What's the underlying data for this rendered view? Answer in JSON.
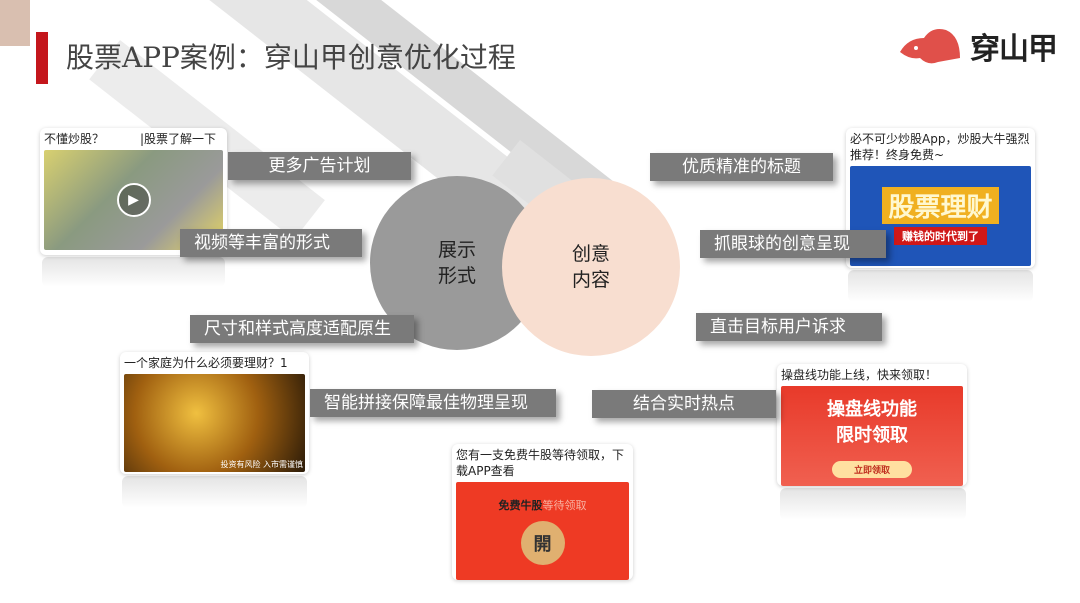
{
  "header": {
    "title": "股票APP案例：穿山甲创意优化过程",
    "logo_text": "穿山甲",
    "accent": "#c4161c"
  },
  "circles": {
    "left": {
      "line1": "展示",
      "line2": "形式",
      "color": "#999999"
    },
    "right": {
      "line1": "创意",
      "line2": "内容",
      "color": "#f8ded0"
    }
  },
  "left_labels": [
    "更多广告计划",
    "视频等丰富的形式",
    "尺寸和样式高度适配原生",
    "智能拼接保障最佳物理呈现"
  ],
  "right_labels": [
    "优质精准的标题",
    "抓眼球的创意呈现",
    "直击目标用户诉求",
    "结合实时热点"
  ],
  "cards": {
    "video": {
      "caption": "不懂炒股？　　　|股票了解一下",
      "icon": "play-icon"
    },
    "finance": {
      "caption": "必不可少炒股App，炒股大牛强烈推荐！终身免费~",
      "banner": "股票理财",
      "sub": "赚钱的时代到了"
    },
    "gold": {
      "caption": "一个家庭为什么必须要理财？1",
      "footer": "投资有风险 入市需谨慎"
    },
    "redpacket": {
      "caption": "您有一支免费牛股等待领取，下载APP查看",
      "banner": "免费牛股",
      "banner_sub": "等待领取",
      "button": "開"
    },
    "kline": {
      "caption": "操盘线功能上线，快来领取！",
      "line1": "操盘线功能",
      "line2": "限时领取",
      "button": "立即领取"
    }
  }
}
